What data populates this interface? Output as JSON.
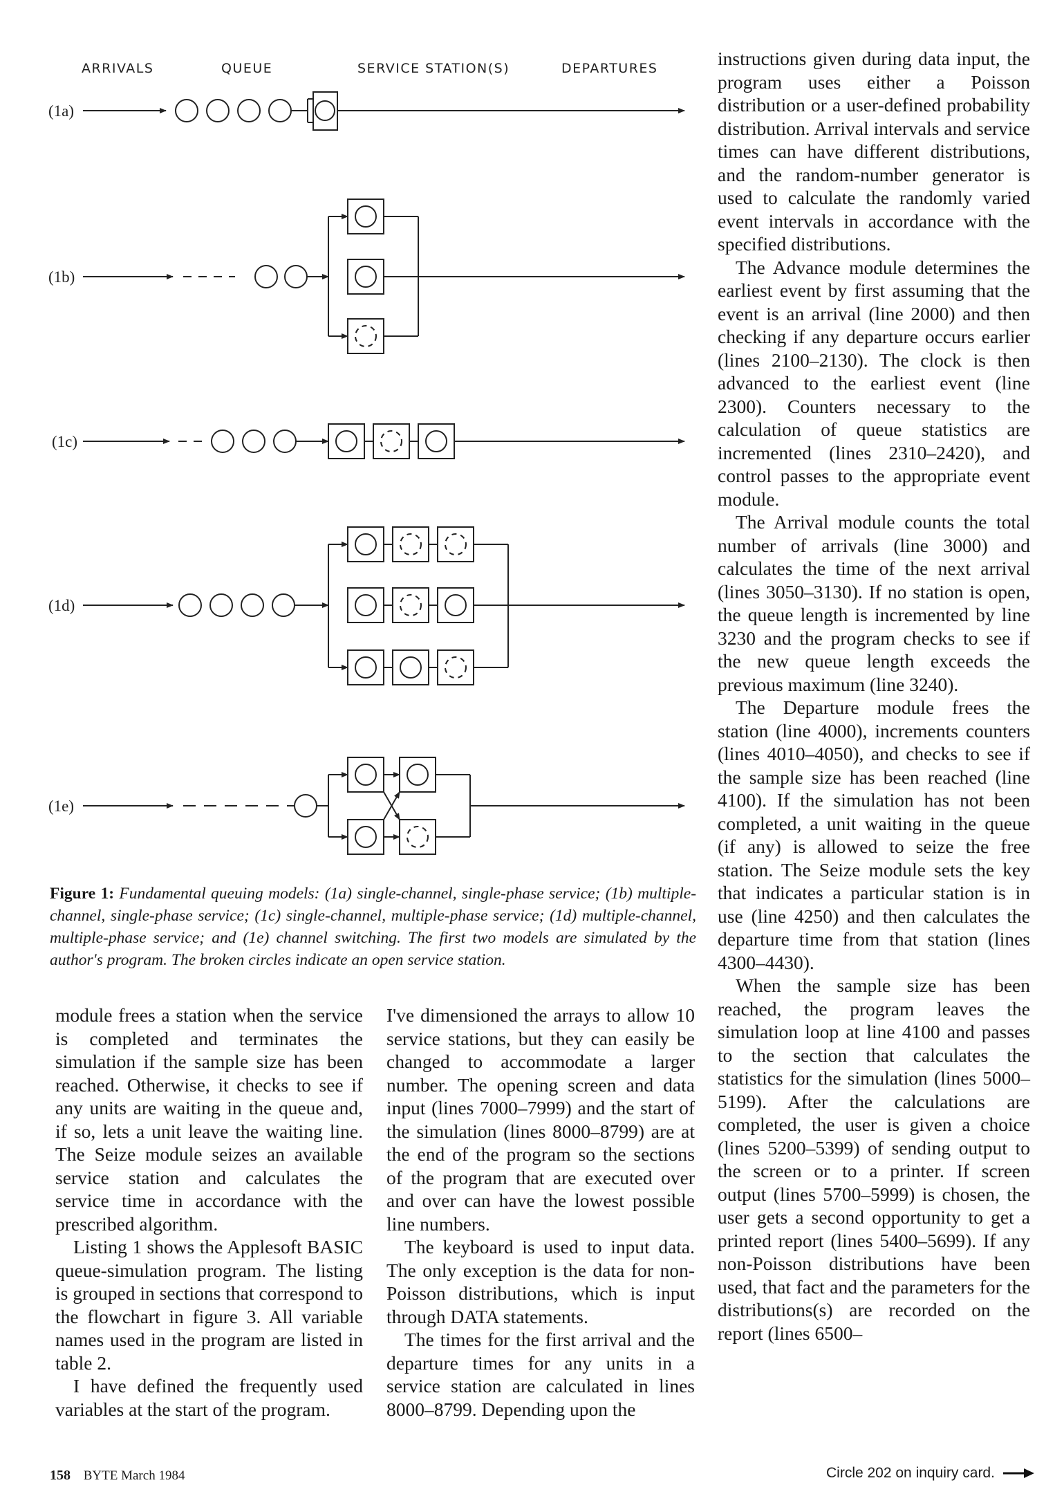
{
  "figure": {
    "headers": {
      "arrivals": "ARRIVALS",
      "queue": "QUEUE",
      "service": "SERVICE STATION(S)",
      "departures": "DEPARTURES"
    },
    "rows": [
      "(1a)",
      "(1b)",
      "(1c)",
      "(1d)",
      "(1e)"
    ],
    "caption": {
      "label": "Figure 1:",
      "text": "Fundamental queuing models: (1a) single-channel, single-phase service; (1b) multiple-channel, single-phase service; (1c) single-channel, multiple-phase service; (1d) multiple-channel, multiple-phase service; and (1e) channel switching. The first two models are simulated by the author's program. The broken circles indicate an open service station."
    }
  },
  "column1": [
    "module frees a station when the service is completed and terminates the simulation if the sample size has been reached. Otherwise, it checks to see if any units are waiting in the queue and, if so, lets a unit leave the waiting line. The Seize module seizes an available service station and calculates the service time in accordance with the prescribed algorithm.",
    "Listing 1 shows the Applesoft BASIC queue-simulation program. The listing is grouped in sections that correspond to the flowchart in figure 3. All variable names used in the program are listed in table 2.",
    "I have defined the frequently used variables at the start of the program."
  ],
  "column2": [
    "I've dimensioned the arrays to allow 10 service stations, but they can easily be changed to accommodate a larger number. The opening screen and data input (lines 7000–7999) and the start of the simulation (lines 8000–8799) are at the end of the program so the sections of the program that are executed over and over can have the lowest possible line numbers.",
    "The keyboard is used to input data. The only exception is the data for non-Poisson distributions, which is input through DATA statements.",
    "The times for the first arrival and the departure times for any units in a service station are calculated in lines 8000–8799. Depending upon the"
  ],
  "column3": [
    "instructions given during data input, the program uses either a Poisson distribution or a user-defined probability distribution. Arrival intervals and service times can have different distributions, and the random-number generator is used to calculate the randomly varied event intervals in accordance with the specified distributions.",
    "The Advance module determines the earliest event by first assuming that the event is an arrival (line 2000) and then checking if any departure occurs earlier (lines 2100–2130). The clock is then advanced to the earliest event (line 2300). Counters necessary to the calculation of queue statistics are incremented (lines 2310–2420), and control passes to the appropriate event module.",
    "The Arrival module counts the total number of arrivals (line 3000) and calculates the time of the next arrival (lines 3050–3130). If no station is open, the queue length is incremented by line 3230 and the program checks to see if the new queue length exceeds the previous maximum (line 3240).",
    "The Departure module frees the station (line 4000), increments counters (lines 4010–4050), and checks to see if the sample size has been reached (line 4100). If the simulation has not been completed, a unit waiting in the queue (if any) is allowed to seize the free station. The Seize module sets the key that indicates a particular station is in use (line 4250) and then calculates the departure time from that station (lines 4300–4430).",
    "When the sample size has been reached, the program leaves the simulation loop at line 4100 and passes to the section that calculates the statistics for the simulation (lines 5000–5199). After the calculations are completed, the user is given a choice (lines 5200–5399) of sending output to the screen or to a printer. If screen output (lines 5700–5999) is chosen, the user gets a second opportunity to get a printed report (lines 5400–5699). If any non-Poisson distributions have been used, that fact and the parameters for the distributions(s) are recorded on the report (lines 6500–"
  ],
  "footer": {
    "page_number": "158",
    "magazine": "BYTE March 1984",
    "inquiry": "Circle 202 on inquiry card."
  }
}
